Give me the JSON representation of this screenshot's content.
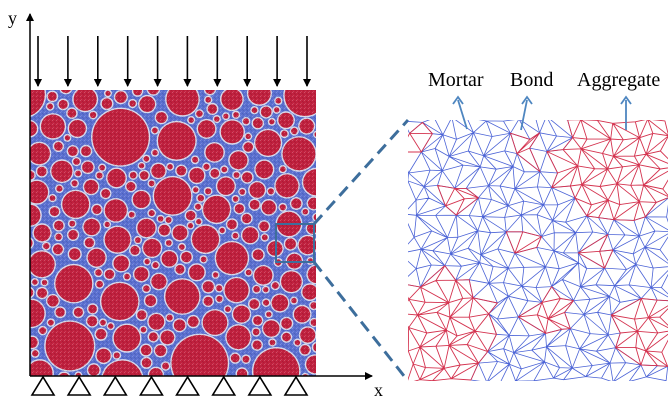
{
  "axes": {
    "y_label": "y",
    "x_label": "x"
  },
  "labels": {
    "mortar": "Mortar",
    "bond": "Bond",
    "aggregate": "Aggregate"
  },
  "colors": {
    "mortar": "#5a6fd0",
    "aggregate": "#c0203e",
    "bond": "#d8d8ea",
    "zoom": "#3d6e9c",
    "pointer": "#4e86c0",
    "mesh_mortar": "#4b63d6",
    "mesh_aggregate": "#d4334f"
  },
  "loads": {
    "arrow_count": 10
  },
  "supports": {
    "count": 8
  }
}
